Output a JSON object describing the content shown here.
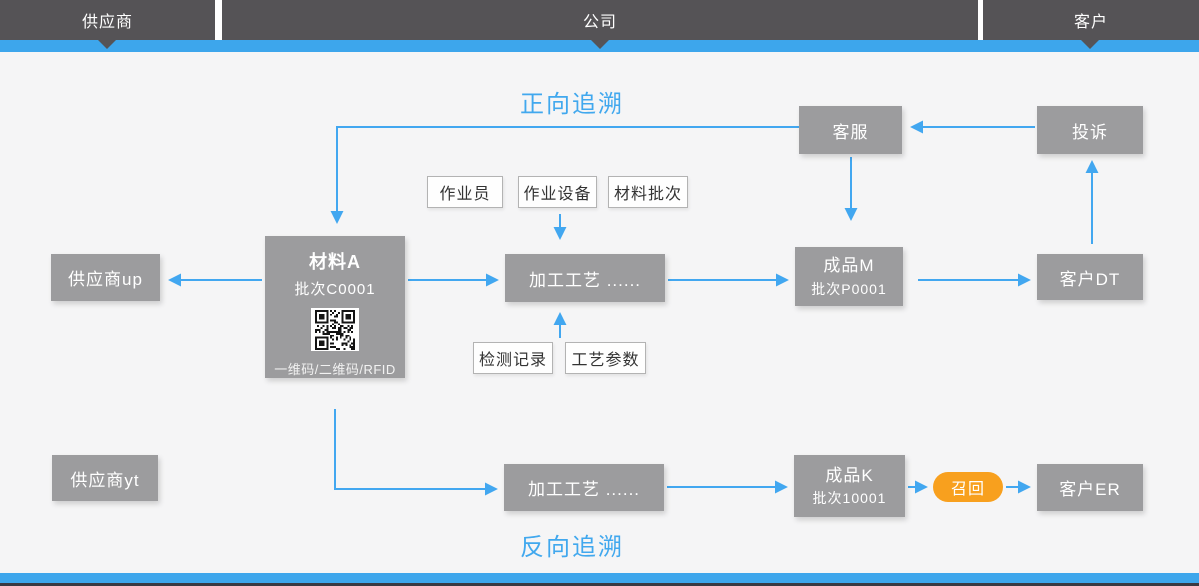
{
  "header": {
    "segments": [
      {
        "label": "供应商"
      },
      {
        "label": "公司"
      },
      {
        "label": "客户"
      }
    ]
  },
  "titles": {
    "forward": "正向追溯",
    "backward": "反向追溯"
  },
  "nodes": {
    "customer_service": {
      "label": "客服"
    },
    "complaint": {
      "label": "投诉"
    },
    "material_a": {
      "title": "材料A",
      "batch": "批次C0001",
      "code_caption": "一维码/二维码/RFID"
    },
    "supplier_up": {
      "label": "供应商up"
    },
    "process_top": {
      "label": "加工工艺  ......"
    },
    "product_m": {
      "title": "成品M",
      "batch": "批次P0001"
    },
    "customer_dt": {
      "label": "客户DT"
    },
    "supplier_yt": {
      "label": "供应商yt"
    },
    "process_bottom": {
      "label": "加工工艺  ......"
    },
    "product_k": {
      "title": "成品K",
      "batch": "批次10001"
    },
    "recall": {
      "label": "召回"
    },
    "customer_er": {
      "label": "客户ER"
    }
  },
  "tags": {
    "operator": "作业员",
    "equipment": "作业设备",
    "material_batch": "材料批次",
    "inspection_record": "检测记录",
    "process_params": "工艺参数"
  },
  "colors": {
    "header_dark": "#555356",
    "accent_blue_bar": "#3da6ec",
    "arrow_blue": "#42a7f0",
    "title_blue": "#41a8ee",
    "node_gray": "#9c9c9e",
    "recall_orange": "#f8a01e",
    "stage_background": "#f5f5f6",
    "bottom_dark": "#3a3942"
  }
}
